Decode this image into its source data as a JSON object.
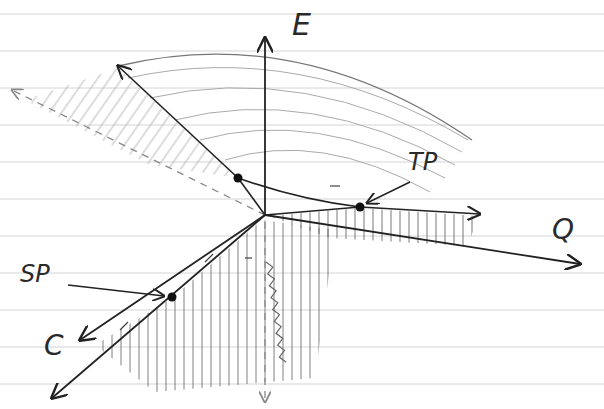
{
  "diagram": {
    "labels": [
      "E",
      "Q",
      "C",
      "TP",
      "SP"
    ]
  }
}
